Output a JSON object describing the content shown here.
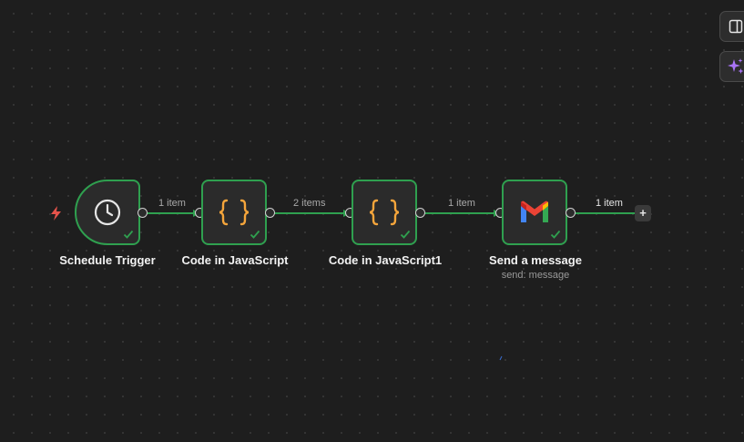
{
  "nodes": [
    {
      "id": "schedule-trigger",
      "label": "Schedule Trigger",
      "subtitle": "",
      "icon": "clock-icon"
    },
    {
      "id": "code-js",
      "label": "Code in JavaScript",
      "subtitle": "",
      "icon": "curly-braces-icon"
    },
    {
      "id": "code-js1",
      "label": "Code in JavaScript1",
      "subtitle": "",
      "icon": "curly-braces-icon"
    },
    {
      "id": "send-message",
      "label": "Send a message",
      "subtitle": "send: message",
      "icon": "gmail-icon"
    }
  ],
  "connections": [
    {
      "from": "schedule-trigger",
      "to": "code-js",
      "label": "1 item"
    },
    {
      "from": "code-js",
      "to": "code-js1",
      "label": "2 items"
    },
    {
      "from": "code-js1",
      "to": "send-message",
      "label": "1 item"
    },
    {
      "from": "send-message",
      "to": "",
      "label": "1 item"
    }
  ],
  "add_button": {
    "symbol": "+"
  },
  "toolbar": {
    "items": [
      "panel-toggle-icon",
      "ai-sparkle-icon"
    ]
  },
  "colors": {
    "success": "#2fa04f",
    "edge": "#2fa04f",
    "trigger_bolt": "#e5534b",
    "code_icon": "#f5a53b",
    "sparkle": "#a974f7",
    "canvas": "#1e1e1e",
    "node_bg": "#2b2b2b"
  }
}
